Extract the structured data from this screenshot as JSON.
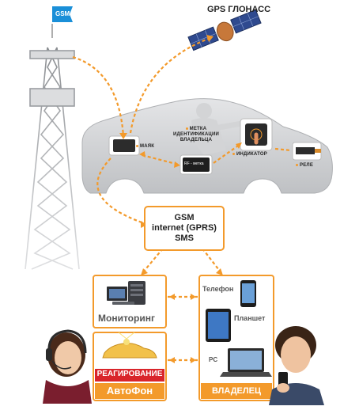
{
  "tower": {
    "flag_text": "GSM"
  },
  "satellite": {
    "label": "GPS ГЛОНАСС"
  },
  "car": {
    "mayak_label": "МАЯК",
    "rf_label": "RF - метка",
    "metka_label": "МЕТКА ИДЕНТИФИКАЦИИ ВЛАДЕЛЬЦА",
    "indicator_label": "ИНДИКАТОР",
    "rele_label": "РЕЛЕ"
  },
  "network": {
    "line1": "GSM",
    "line2": "internet (GPRS)",
    "line3": "SMS"
  },
  "left_panel": {
    "monitoring_label": "Мониторинг",
    "reaction_label": "РЕАГИРОВАНИЕ",
    "brand_label": "АвтоФон"
  },
  "right_panel": {
    "phone_label": "Телефон",
    "tablet_label": "Планшет",
    "pc_label": "PC",
    "owner_label": "ВЛАДЕЛЕЦ"
  },
  "colors": {
    "accent": "#f39a2b",
    "reaction_red": "#d9252b"
  }
}
